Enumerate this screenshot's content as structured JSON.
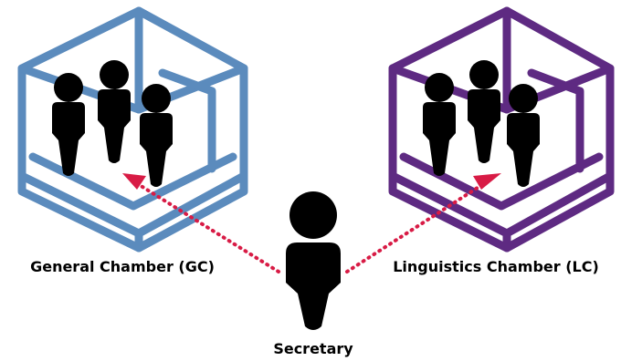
{
  "chambers": [
    {
      "label": "General Chamber (GC)",
      "color": "#5b8bbd",
      "icon": "room-with-people-icon"
    },
    {
      "label": "Linguistics Chamber (LC)",
      "color": "#5e2a82",
      "icon": "room-with-people-icon"
    }
  ],
  "secretary": {
    "label": "Secretary",
    "icon": "person-icon"
  },
  "connector": {
    "color": "#d81b45",
    "style": "dotted-arrow"
  }
}
